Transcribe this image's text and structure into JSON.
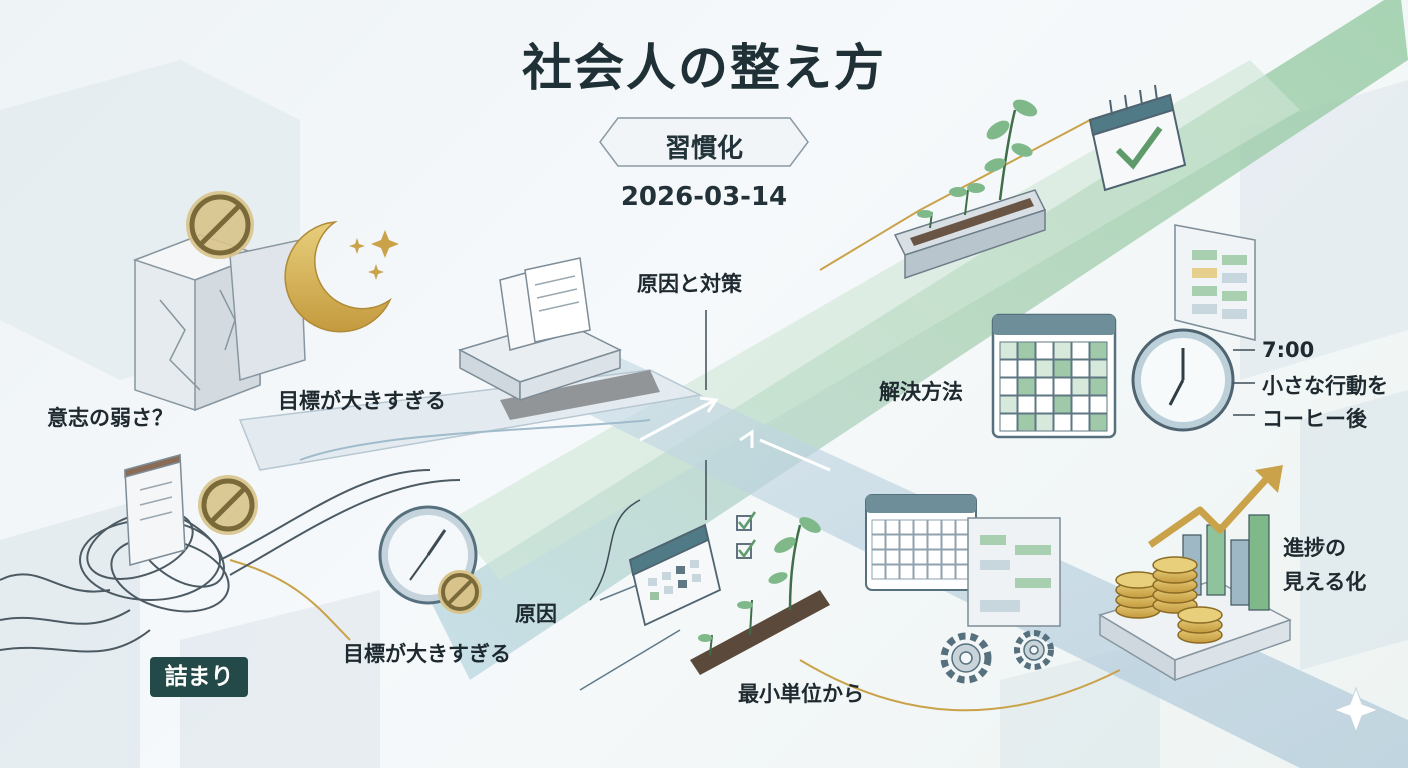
{
  "title": "社会人の整え方",
  "subtitle": "習慣化",
  "date": "2026-03-14",
  "labels": {
    "willpower": "意志の弱さ？",
    "goal_too_big_top": "目標が大きすぎる",
    "goal_too_big_bottom": "目標が大きすぎる",
    "stuck": "詰まり",
    "cause_and_solution": "原因と対策",
    "cause": "原因",
    "smallest_unit": "最小単位から",
    "solution_method": "解決方法",
    "time": "7:00",
    "small_action": "小さな行動を",
    "after_coffee": "コーヒー後",
    "progress_line1": "進捗の",
    "progress_line2": "見える化"
  },
  "colors": {
    "accent_green": "#7fb98a",
    "accent_gold": "#c9a24a",
    "dark_teal": "#234a48",
    "path_blue": "#7fa9c2"
  }
}
